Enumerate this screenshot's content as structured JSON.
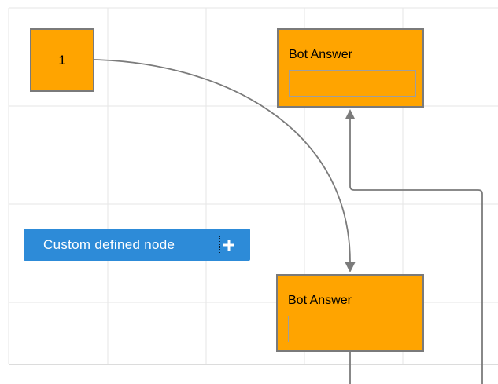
{
  "colors": {
    "canvas_bg": "#ffffff",
    "grid_line": "#e6e6e6",
    "page_edge": "#dcdcdc",
    "connector": "#7b7b7b",
    "node_fill": "#ffa400",
    "node_border": "#7a7a7a",
    "node_text": "#000000",
    "inner_box_border": "#9e9e9e",
    "button_fill": "#2d8bd8",
    "button_text": "#ffffff"
  },
  "nodes": {
    "start_node": {
      "label": "1"
    },
    "bot_answer_top": {
      "title": "Bot Answer",
      "input_value": ""
    },
    "bot_answer_bottom": {
      "title": "Bot Answer",
      "input_value": ""
    },
    "custom_node_button": {
      "label": "Custom defined node",
      "icon": "plus-icon"
    }
  }
}
